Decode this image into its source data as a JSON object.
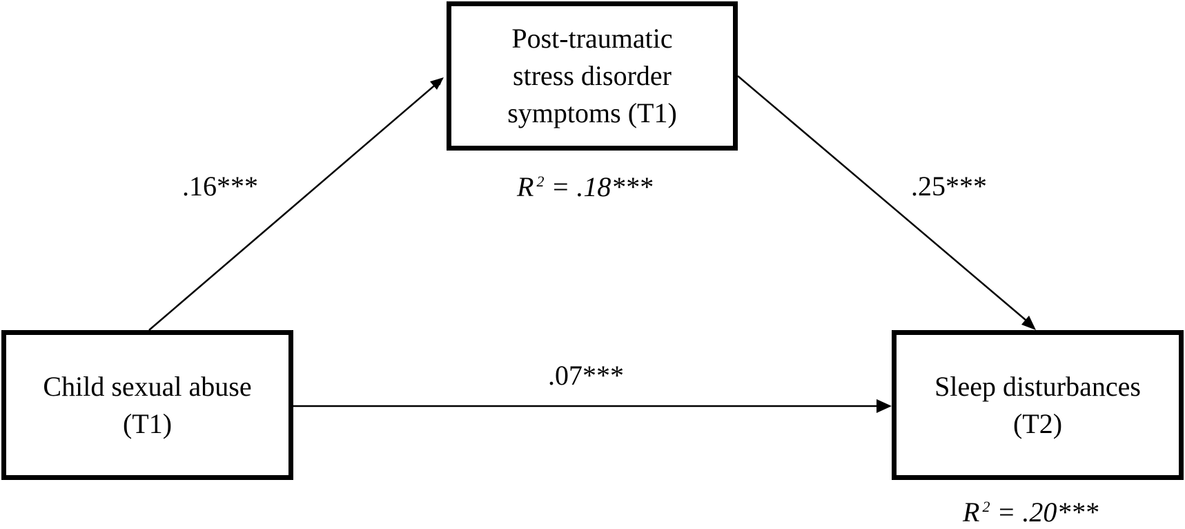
{
  "nodes": {
    "mediator": {
      "lines": [
        "Post-traumatic",
        "stress disorder",
        "symptoms (T1)"
      ]
    },
    "predictor": {
      "lines": [
        "Child sexual abuse",
        "(T1)"
      ]
    },
    "outcome": {
      "lines": [
        "Sleep disturbances",
        "(T2)"
      ]
    }
  },
  "paths": {
    "a": {
      "from": "Child sexual abuse (T1)",
      "to": "Post-traumatic stress disorder symptoms (T1)",
      "coefficient": ".16***"
    },
    "b": {
      "from": "Post-traumatic stress disorder symptoms (T1)",
      "to": "Sleep disturbances (T2)",
      "coefficient": ".25***"
    },
    "c": {
      "from": "Child sexual abuse (T1)",
      "to": "Sleep disturbances (T2)",
      "coefficient": ".07***"
    }
  },
  "r_squared": {
    "symbol": "R",
    "exponent": "2",
    "mediator": "= .18***",
    "outcome": "= .20***"
  },
  "colors": {
    "stroke": "#000000",
    "background": "#ffffff"
  }
}
